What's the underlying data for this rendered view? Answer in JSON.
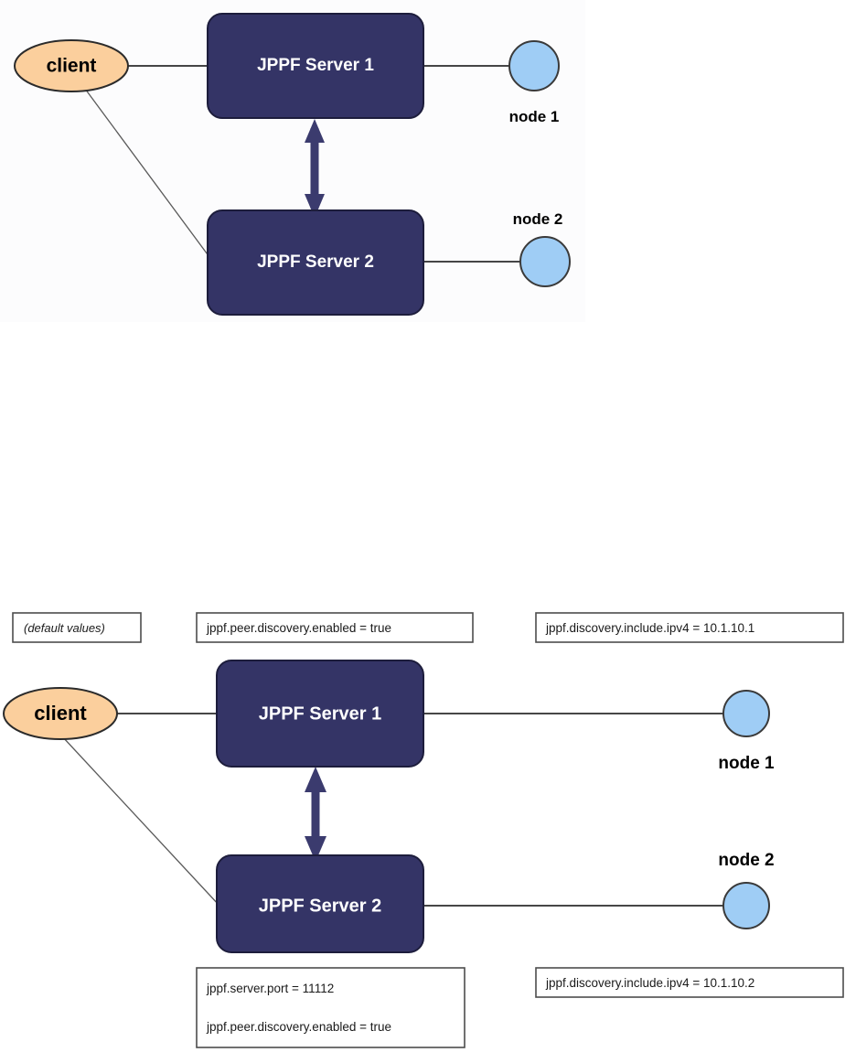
{
  "colors": {
    "server_fill": "#343466",
    "server_stroke": "#1d1d3c",
    "client_fill": "#fbcf9d",
    "client_stroke": "#2b2b2b",
    "node_fill": "#9fcdf5",
    "node_stroke": "#3a3a3a",
    "arrow": "#3b3b6e",
    "line": "#2b2b2b",
    "note_border": "#4d4d4d",
    "text_dark": "#000000",
    "text_light": "#ffffff",
    "canvas": "#fcfcfd"
  },
  "diagram_top": {
    "name": "jppf-peer-servers-overview",
    "client": {
      "label": "client"
    },
    "servers": [
      {
        "id": "server1",
        "label": "JPPF Server 1"
      },
      {
        "id": "server2",
        "label": "JPPF Server 2"
      }
    ],
    "nodes": [
      {
        "id": "node1",
        "label": "node 1"
      },
      {
        "id": "node2",
        "label": "node 2"
      }
    ]
  },
  "diagram_bottom": {
    "name": "jppf-peer-servers-configuration",
    "client": {
      "label": "client"
    },
    "servers": [
      {
        "id": "server1",
        "label": "JPPF Server 1"
      },
      {
        "id": "server2",
        "label": "JPPF Server 2"
      }
    ],
    "nodes": [
      {
        "id": "node1",
        "label": "node 1"
      },
      {
        "id": "node2",
        "label": "node 2"
      }
    ],
    "notes": [
      {
        "id": "client-note",
        "lines": [
          "(default values)"
        ],
        "italic": true
      },
      {
        "id": "server1-note",
        "lines": [
          "jppf.peer.discovery.enabled = true"
        ],
        "italic": false
      },
      {
        "id": "node1-note",
        "lines": [
          "jppf.discovery.include.ipv4 = 10.1.10.1"
        ],
        "italic": false
      },
      {
        "id": "server2-note",
        "lines": [
          "jppf.server.port = 11112",
          "jppf.peer.discovery.enabled = true"
        ],
        "italic": false
      },
      {
        "id": "node2-note",
        "lines": [
          "jppf.discovery.include.ipv4 = 10.1.10.2"
        ],
        "italic": false
      }
    ]
  }
}
